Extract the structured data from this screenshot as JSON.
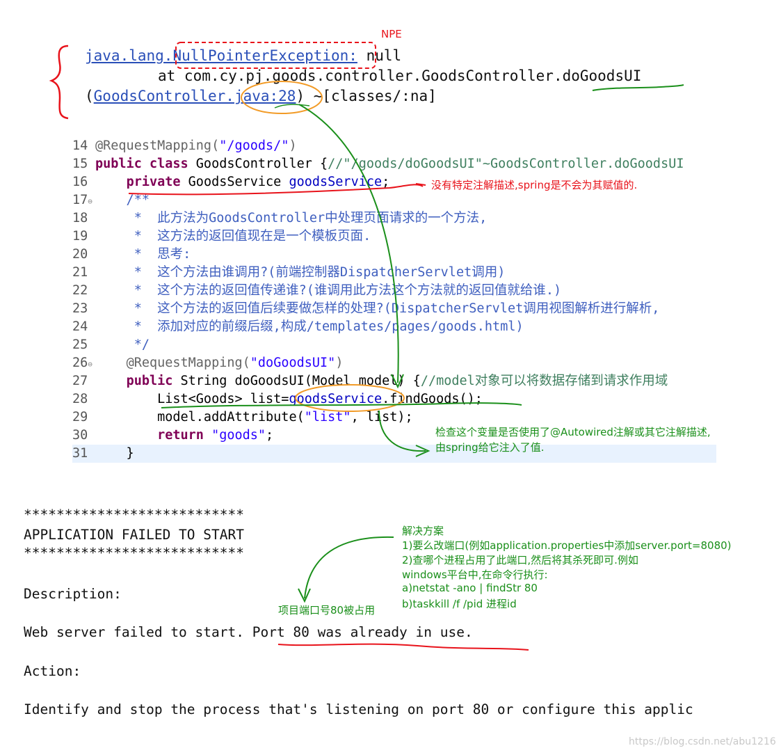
{
  "npe_label": "NPE",
  "stack": {
    "line1_pkg": "java.lang.",
    "line1_exc": "NullPointerException:",
    "line1_rest": " null",
    "line2": "at com.cy.pj.goods.controller.GoodsController.doGoodsUI",
    "line3_open": "(",
    "line3_link": "GoodsController.java:28",
    "line3_rest": ") ~[classes/:na]"
  },
  "code": {
    "lines": [
      {
        "n": "14",
        "t": "@RequestMapping(\"/goods/\")"
      },
      {
        "n": "15",
        "t": "public class GoodsController {//\"/goods/doGoodsUI\"~GoodsController.doGoodsUI"
      },
      {
        "n": "16",
        "t": "    private GoodsService goodsService;"
      },
      {
        "n": "17",
        "t": "    /**"
      },
      {
        "n": "18",
        "t": "     *  此方法为GoodsController中处理页面请求的一个方法,"
      },
      {
        "n": "19",
        "t": "     *  这方法的返回值现在是一个模板页面."
      },
      {
        "n": "20",
        "t": "     *  思考:"
      },
      {
        "n": "21",
        "t": "     *  这个方法由谁调用?(前端控制器DispatcherServlet调用)"
      },
      {
        "n": "22",
        "t": "     *  这个方法的返回值传递谁?(谁调用此方法这个方法就的返回值就给谁.)"
      },
      {
        "n": "23",
        "t": "     *  这个方法的返回值后续要做怎样的处理?(DispatcherServlet调用视图解析进行解析,"
      },
      {
        "n": "24",
        "t": "     *  添加对应的前缀后缀,构成/templates/pages/goods.html)"
      },
      {
        "n": "25",
        "t": "     */"
      },
      {
        "n": "26",
        "t": "    @RequestMapping(\"doGoodsUI\")"
      },
      {
        "n": "27",
        "t": "    public String doGoodsUI(Model model) {//model对象可以将数据存储到请求作用域"
      },
      {
        "n": "28",
        "t": "        List<Goods> list=goodsService.findGoods();"
      },
      {
        "n": "29",
        "t": "        model.addAttribute(\"list\", list);"
      },
      {
        "n": "30",
        "t": "        return \"goods\";"
      },
      {
        "n": "31",
        "t": "    }"
      }
    ]
  },
  "notes": {
    "no_annotation": "没有特定注解描述,spring是不会为其赋值的.",
    "check_line1": "检查这个变量是否使用了@Autowired注解或其它注解描述,",
    "check_line2": "由spring给它注入了值.",
    "solution_title": "解决方案",
    "solution_1": "1)要么改端口(例如application.properties中添加server.port=8080)",
    "solution_2": "2)查哪个进程占用了此端口,然后将其杀死即可.例如",
    "solution_3": "windows平台中,在命令行执行:",
    "solution_4": "a)netstat -ano | findStr 80",
    "solution_5": "b)taskkill /f /pid 进程id",
    "port_occupied": "项目端口号80被占用"
  },
  "console": {
    "stars": "***************************",
    "title": "APPLICATION FAILED TO START",
    "desc_label": "Description:",
    "desc_text_a": "Web server failed to start. ",
    "desc_text_b": "Port 80 was already in use.",
    "action_label": "Action:",
    "action_text": "Identify and stop the process that's listening on port 80 or configure this applic"
  },
  "watermark": "https://blog.csdn.net/abu1216"
}
